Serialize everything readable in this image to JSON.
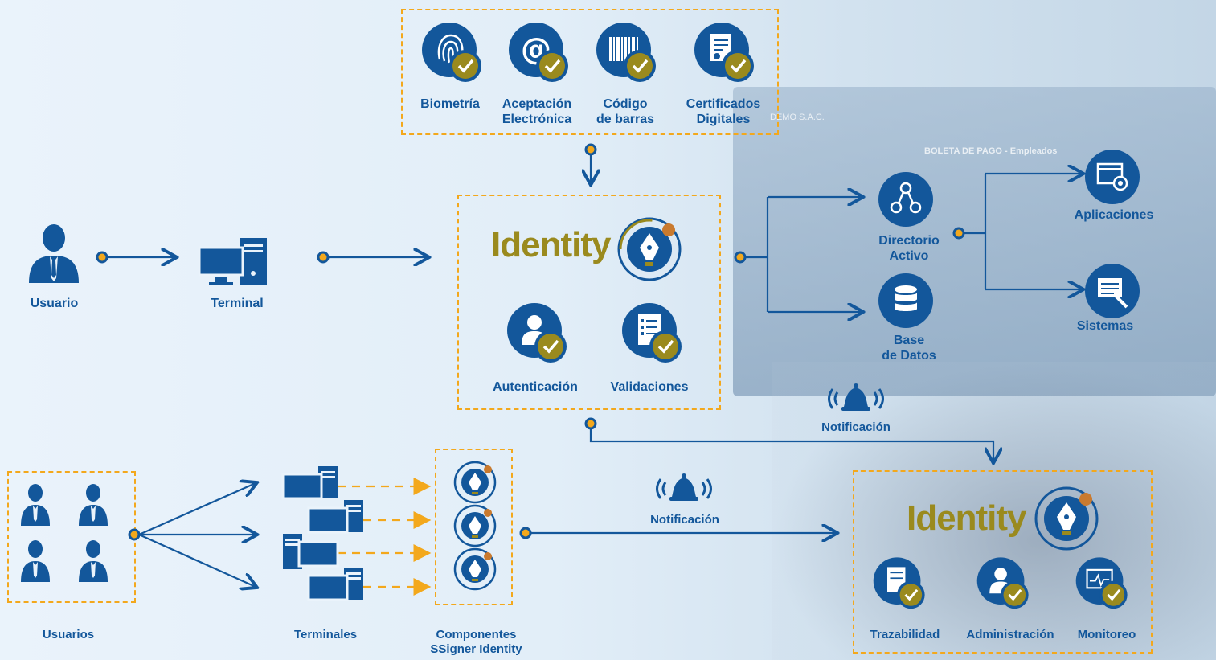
{
  "top_methods": {
    "items": [
      {
        "label": "Biometría",
        "icon": "fingerprint-icon"
      },
      {
        "label": "Aceptación\nElectrónica",
        "icon": "at-sign-icon"
      },
      {
        "label": "Código\nde barras",
        "icon": "barcode-icon"
      },
      {
        "label": "Certificados\nDigitales",
        "icon": "certificate-icon"
      }
    ]
  },
  "main_flow": {
    "user_label": "Usuario",
    "terminal_label": "Terminal"
  },
  "identity_core": {
    "logo_text": "Identity",
    "features": [
      {
        "label": "Autenticación",
        "icon": "user-check-icon"
      },
      {
        "label": "Validaciones",
        "icon": "checklist-icon"
      }
    ]
  },
  "targets": {
    "directory_label": "Directorio\nActivo",
    "database_label": "Base\nde Datos",
    "apps_label": "Aplicaciones",
    "systems_label": "Sistemas"
  },
  "notifications": {
    "top_label": "Notificación",
    "bottom_label": "Notificación"
  },
  "bottom_flow": {
    "users_label": "Usuarios",
    "terminals_label": "Terminales",
    "components_label": "Componentes\nSSigner Identity"
  },
  "admin_panel": {
    "logo_text": "Identity",
    "features": [
      {
        "label": "Trazabilidad",
        "icon": "traceability-icon"
      },
      {
        "label": "Administración",
        "icon": "admin-icon"
      },
      {
        "label": "Monitoreo",
        "icon": "monitor-icon"
      }
    ]
  },
  "background_document": {
    "company": "DEMO S.A.C.",
    "title": "BOLETA DE PAGO - Empleados"
  },
  "colors": {
    "primary_blue": "#13579b",
    "gold": "#9a8a1e",
    "accent_orange": "#f3a81c"
  }
}
